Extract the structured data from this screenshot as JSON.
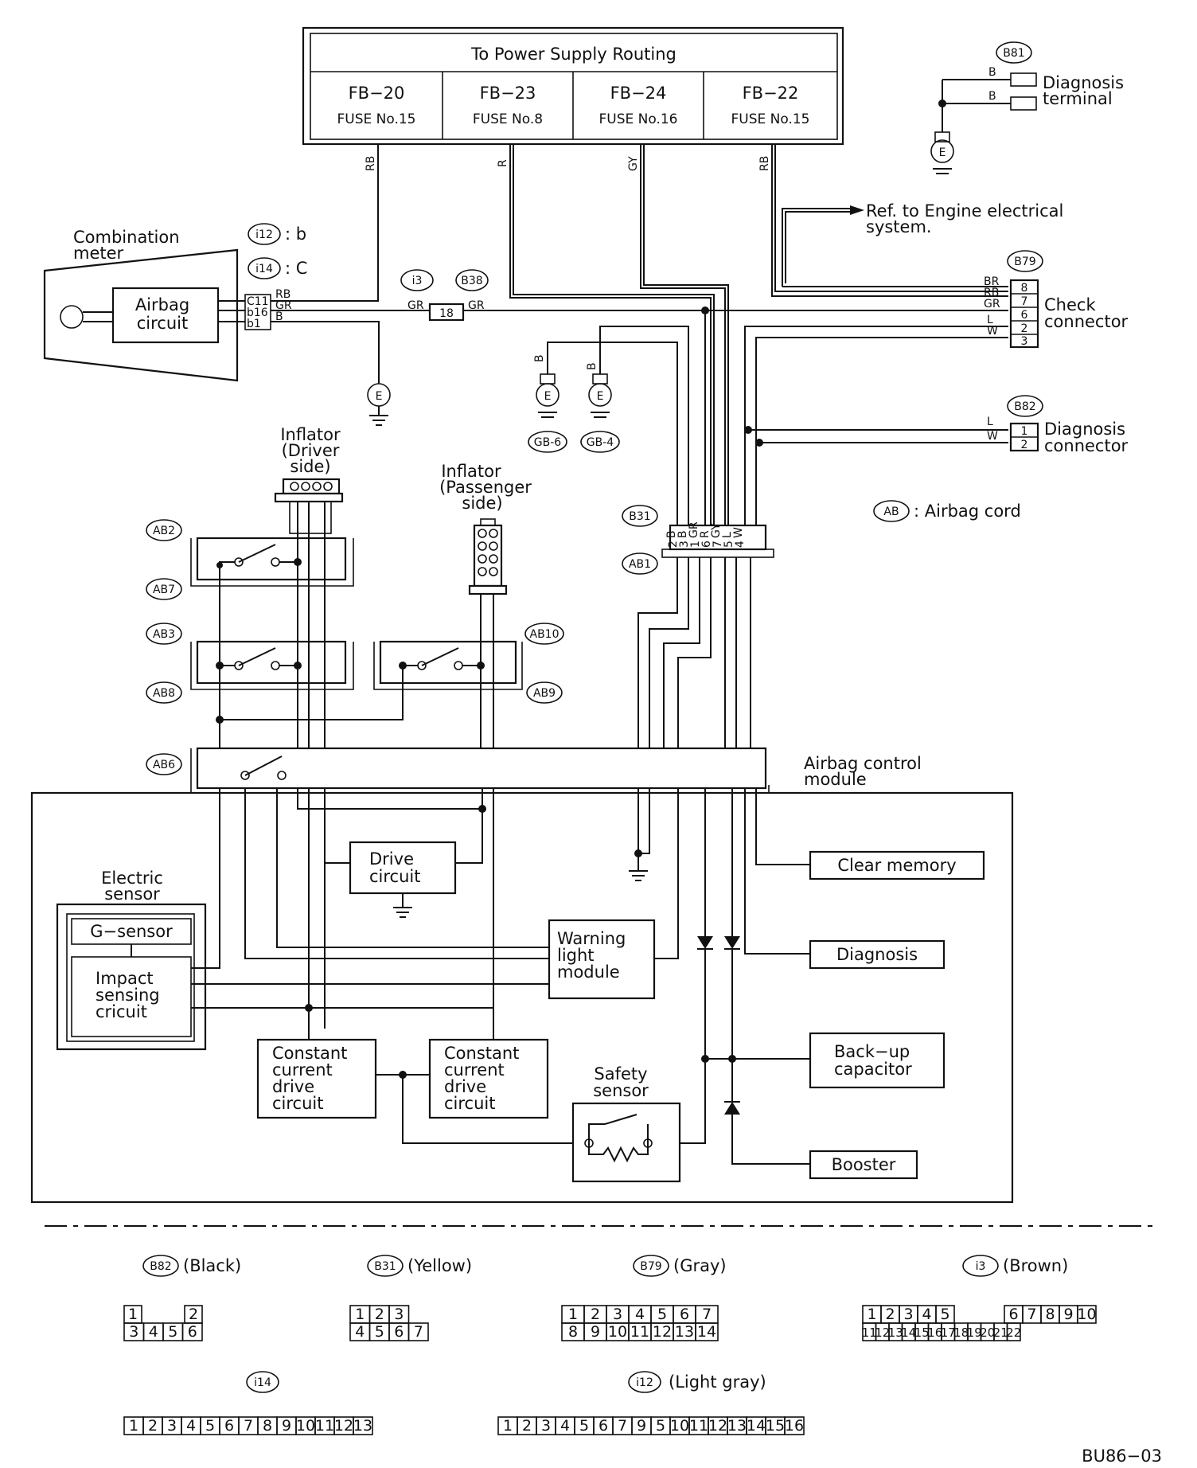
{
  "power_supply": {
    "title": "To Power Supply Routing",
    "fuses": [
      {
        "fb": "FB−20",
        "fuse": "FUSE No.15"
      },
      {
        "fb": "FB−23",
        "fuse": "FUSE No.8"
      },
      {
        "fb": "FB−24",
        "fuse": "FUSE No.16"
      },
      {
        "fb": "FB−22",
        "fuse": "FUSE No.15"
      }
    ]
  },
  "wire_colors": {
    "rb": "RB",
    "r": "R",
    "gy": "GY",
    "b": "B",
    "gr": "GR",
    "br": "BR",
    "l": "L",
    "w": "W",
    "lw": "L",
    "bw": "W",
    "brb": "B",
    "bgr": "GR"
  },
  "combination_meter": {
    "title": "Combination meter",
    "circuit": "Airbag circuit",
    "connector_i12": "i12",
    "connector_i12_pin": ": b",
    "connector_i14": "i14",
    "connector_i14_pin": ": C",
    "pins": [
      "C11",
      "b16",
      "b1"
    ]
  },
  "connectors": {
    "i3": "i3",
    "b38": "B38",
    "b38_pin": "18",
    "b81": "B81",
    "b79": "B79",
    "b82": "B82",
    "b31": "B31",
    "ab1": "AB1",
    "ab2": "AB2",
    "ab3": "AB3",
    "ab6": "AB6",
    "ab7": "AB7",
    "ab8": "AB8",
    "ab9": "AB9",
    "ab10": "AB10",
    "gb6": "GB-6",
    "gb4": "GB-4",
    "ground": "E"
  },
  "diagnosis_terminal": "Diagnosis terminal",
  "diagnosis_terminal_l1": "Diagnosis",
  "diagnosis_terminal_l2": "terminal",
  "ref_engine_l1": "Ref. to Engine electrical",
  "ref_engine_l2": "system.",
  "check_connector": {
    "l1": "Check",
    "l2": "connector",
    "pins": [
      "8",
      "7",
      "6",
      "2",
      "3"
    ],
    "colors": [
      "BR",
      "RB",
      "GR",
      "L",
      "W"
    ]
  },
  "diagnosis_connector": {
    "l1": "Diagnosis",
    "l2": "connector",
    "pins": [
      "1",
      "2"
    ],
    "colors": [
      "L",
      "W"
    ]
  },
  "airbag_cord": {
    "tag": "AB",
    "text": ": Airbag cord"
  },
  "b31_pins": [
    "2",
    "3",
    "1",
    "6",
    "7",
    "5",
    "4"
  ],
  "b31_colors": [
    "B",
    "B",
    "GR",
    "R",
    "GY",
    "L",
    "W"
  ],
  "inflator_driver": [
    "Inflator",
    "(Driver",
    "side)"
  ],
  "inflator_passenger": [
    "Inflator",
    "(Passenger",
    "side)"
  ],
  "module": {
    "title_l1": "Airbag control",
    "title_l2": "module",
    "electric_sensor_l1": "Electric",
    "electric_sensor_l2": "sensor",
    "g_sensor": "G−sensor",
    "impact": [
      "Impact",
      "sensing",
      "cricuit"
    ],
    "drive": [
      "Drive",
      "circuit"
    ],
    "warning": [
      "Warning",
      "light",
      "module"
    ],
    "ccd1": [
      "Constant",
      "current",
      "drive",
      "circuit"
    ],
    "ccd2": [
      "Constant",
      "current",
      "drive",
      "circuit"
    ],
    "safety": [
      "Safety",
      "sensor"
    ],
    "clear_memory": "Clear memory",
    "diagnosis": "Diagnosis",
    "backup": [
      "Back−up",
      "capacitor"
    ],
    "booster": "Booster"
  },
  "legend": {
    "b82": {
      "id": "B82",
      "color": "(Black)",
      "row1": [
        "1",
        "2"
      ],
      "row2": [
        "3",
        "4",
        "5",
        "6"
      ]
    },
    "b31": {
      "id": "B31",
      "color": "(Yellow)",
      "row1": [
        "1",
        "2",
        "3"
      ],
      "row2": [
        "4",
        "5",
        "6",
        "7"
      ]
    },
    "b79": {
      "id": "B79",
      "color": "(Gray)",
      "row1": [
        "1",
        "2",
        "3",
        "4",
        "5",
        "6",
        "7"
      ],
      "row2": [
        "8",
        "9",
        "10",
        "11",
        "12",
        "13",
        "14"
      ]
    },
    "i3": {
      "id": "i3",
      "color": "(Brown)",
      "row1": [
        "1",
        "2",
        "3",
        "4",
        "5",
        "6",
        "7",
        "8",
        "9",
        "10"
      ],
      "row2": [
        "11",
        "12",
        "13",
        "14",
        "15",
        "16",
        "17",
        "18",
        "19",
        "20",
        "21",
        "22"
      ]
    },
    "i14": {
      "id": "i14",
      "color": "",
      "pins": [
        "1",
        "2",
        "3",
        "4",
        "5",
        "6",
        "7",
        "8",
        "9",
        "10",
        "11",
        "12",
        "13"
      ]
    },
    "i12": {
      "id": "i12",
      "color": "(Light gray)",
      "pins": [
        "1",
        "2",
        "3",
        "4",
        "5",
        "6",
        "7",
        "9",
        "5",
        "10",
        "11",
        "12",
        "13",
        "14",
        "15",
        "16"
      ]
    }
  },
  "figure_code": "BU86−03"
}
